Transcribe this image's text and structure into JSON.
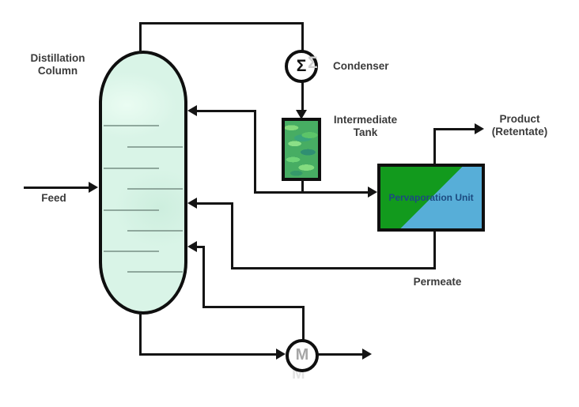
{
  "diagram_type": "process-flow-diagram",
  "labels": {
    "distillation_column_line1": "Distillation",
    "distillation_column_line2": "Column",
    "feed": "Feed",
    "condenser": "Condenser",
    "intermediate_tank_line1": "Intermediate",
    "intermediate_tank_line2": "Tank",
    "pervaporation_unit": "Pervaporation Unit",
    "product_line1": "Product",
    "product_line2": "(Retentate)",
    "permeate": "Permeate"
  },
  "symbols": {
    "condenser_heat_exchanger": "Σ",
    "pump_motor": "M"
  },
  "colors": {
    "background": "#ffffff",
    "pipe_line": "#141414",
    "label_text": "#3b3b3b",
    "column_fill": "#d9f4e7",
    "tray_line": "#8fa89d",
    "tank_fill_base": "#47ad63",
    "tank_fill_light": "#83da7c",
    "tank_fill_dark": "#2f8f72",
    "pervaporation_green": "#129a1d",
    "pervaporation_blue": "#57aed8",
    "pervaporation_text": "#1c4a80",
    "pump_symbol": "#a6a6a6"
  },
  "streams": {
    "overhead_vapor": "column top to condenser",
    "condensate": "condenser to intermediate tank",
    "reflux": "intermediate tank junction back to column top",
    "pervap_feed": "intermediate tank to pervaporation unit",
    "product_retentate": "pervaporation unit top outlet",
    "permeate_recycle": "pervaporation unit bottom back to column",
    "bottoms": "column bottom through pump to outlet",
    "vapor_return": "pump loop back to column"
  }
}
